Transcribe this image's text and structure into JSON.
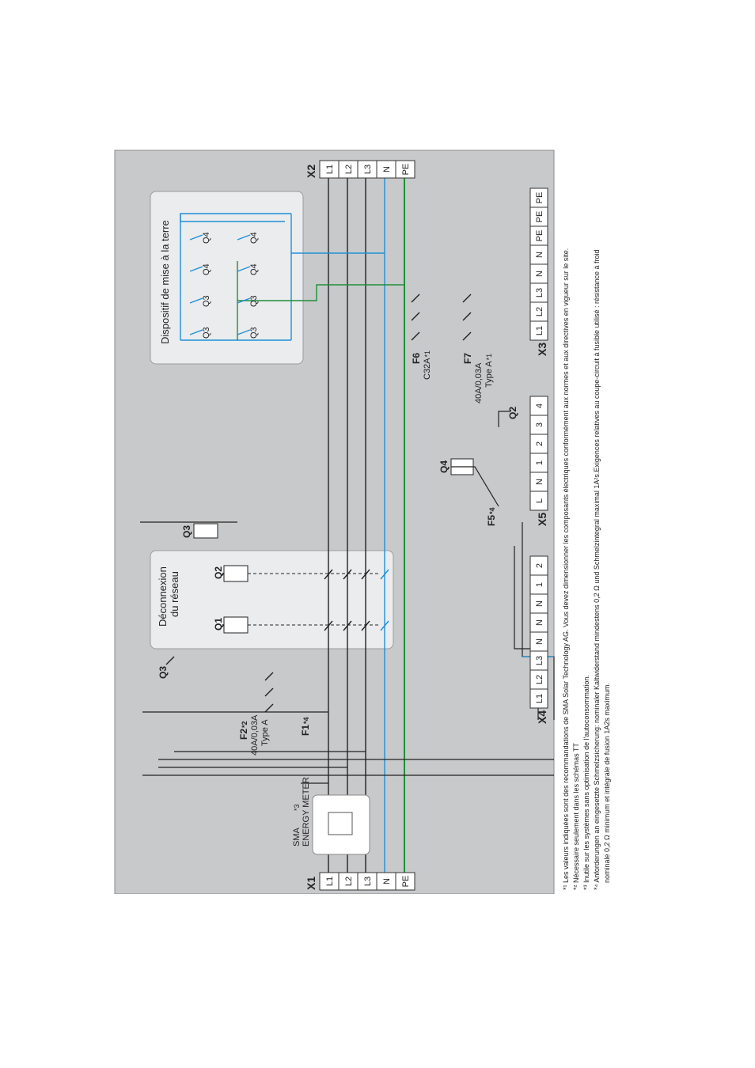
{
  "colors": {
    "background_panel": "#c8c9cb",
    "box_fill": "#ebecee",
    "phase_wire": "#222222",
    "neutral_wire": "#1e90d6",
    "earth_wire": "#1f8f3a"
  },
  "terminals": {
    "x1": {
      "name": "X1",
      "pins": [
        "L1",
        "L2",
        "L3",
        "N",
        "PE"
      ]
    },
    "x2": {
      "name": "X2",
      "pins": [
        "L1",
        "L2",
        "L3",
        "N",
        "PE"
      ]
    },
    "x3": {
      "name": "X3",
      "pins": [
        "L1",
        "L2",
        "L3",
        "N",
        "N",
        "PE",
        "PE",
        "PE"
      ]
    },
    "x4": {
      "name": "X4",
      "pins": [
        "L1",
        "L2",
        "L3",
        "N",
        "N",
        "N",
        "1",
        "2"
      ]
    },
    "x5": {
      "name": "X5",
      "pins": [
        "L",
        "N",
        "1",
        "2",
        "3",
        "4"
      ]
    }
  },
  "boxes": {
    "earthing": {
      "title": "Dispositif de mise à la terre"
    },
    "disconnect": {
      "title_line1": "Déconnexion",
      "title_line2": "du réseau"
    }
  },
  "meter": {
    "line1": "SMA",
    "line2": "ENERGY METER",
    "mark": "*3"
  },
  "components": {
    "f1": {
      "name": "F1",
      "mark": "*4"
    },
    "f2": {
      "name": "F2",
      "mark": "*2",
      "rating": "40A/0,03A",
      "type": "Type A"
    },
    "f5": {
      "name": "F5",
      "mark": "*4"
    },
    "f6": {
      "name": "F6",
      "rating": "C32A",
      "mark": "*1"
    },
    "f7": {
      "name": "F7",
      "rating": "40A/0,03A",
      "type": "Type A",
      "mark": "*1"
    },
    "q1": "Q1",
    "q2": "Q2",
    "q3": "Q3",
    "q4": "Q4"
  },
  "footnotes": [
    "*¹ Les valeurs indiquées sont des recommandations de SMA Solar Technology AG. Vous devez dimensionner les composants électriques conformément aux normes et aux directives en vigueur sur le site.",
    "*² Nécessaire seulement dans les schémas TT",
    "*³ Inutile sur les systèmes sans optimisation de l'autoconsommation.",
    "*⁴ Anforderungen an eingesetzte Schmelzsicherung: nominaler Kaltwiderstand mindestens 0,2 Ω und Schmelzintegral maximal 1A²s.Exigences relatives au coupe-circuit à fusible utilisé : résistance à froid",
    "nominale 0,2 Ω minimum et intégrale de fusion 1A2s maximum."
  ]
}
